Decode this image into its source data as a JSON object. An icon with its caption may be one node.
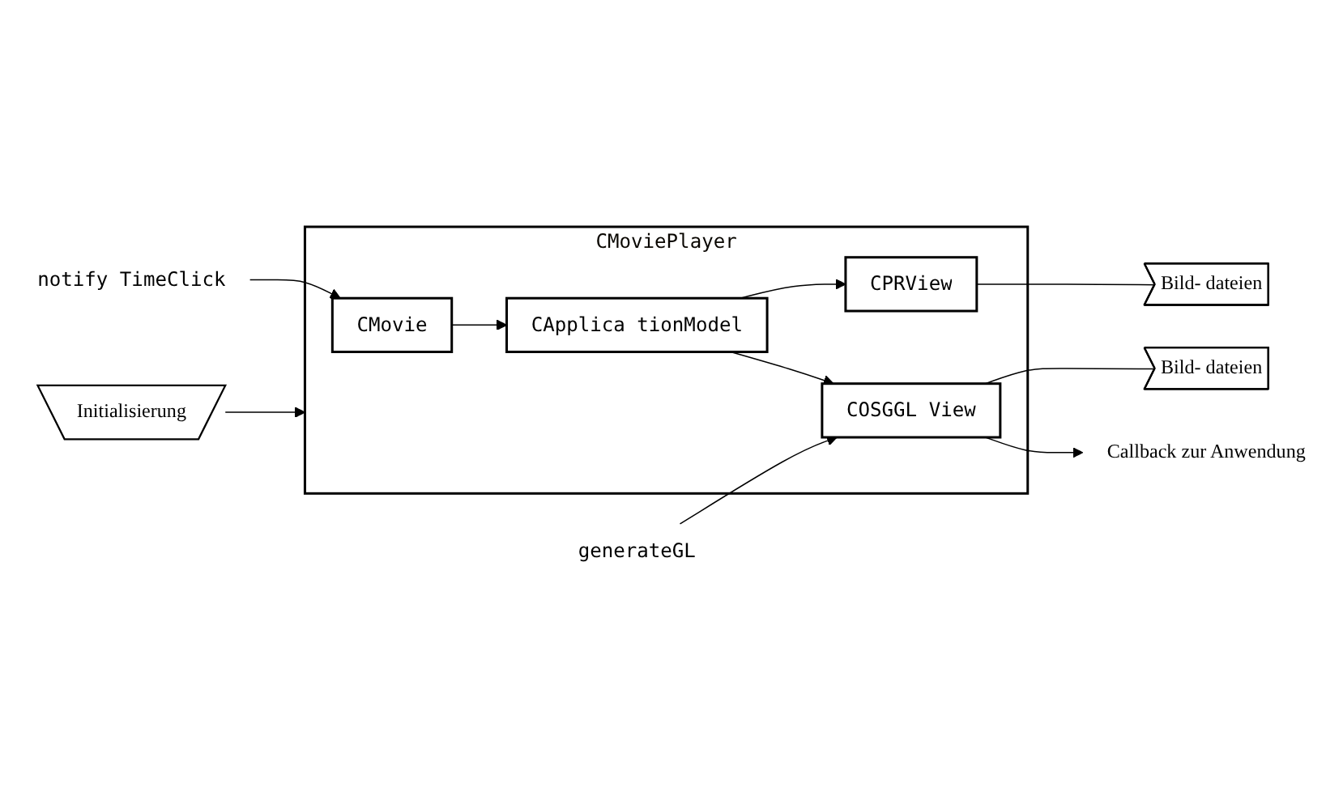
{
  "diagram": {
    "nodes": [
      {
        "text": [
          "CMoviePlayer"
        ]
      },
      {
        "text": [
          "CMovie"
        ],
        "in": 0
      },
      {
        "text": [
          "CApplica tionModel"
        ],
        "in": 0
      },
      {
        "text": [
          "CPRView"
        ],
        "in": 0
      },
      {
        "text": [
          "COSGGL View"
        ],
        "in": 0
      },
      {
        "text": [
          "Initialisierung"
        ]
      },
      {
        "text": [
          "Bild- dateien"
        ]
      },
      {
        "text": [
          "Bild- dateien"
        ]
      },
      {
        "text": [
          "notify TimeClick"
        ]
      },
      {
        "text": [
          "Callback zur Anwendung"
        ]
      },
      {
        "text": [
          "generateGL"
        ]
      }
    ],
    "edges": [
      {
        "from": 5,
        "to": 0,
        "arrow": "to"
      },
      {
        "from": 1,
        "to": 2,
        "arrow": "to"
      },
      {
        "from": 2,
        "to": 3,
        "arrow": "to"
      },
      {
        "from": 2,
        "to": 4,
        "arrow": "to"
      },
      {
        "from": 3,
        "to": 6,
        "arrow": "none"
      },
      {
        "from": 4,
        "to": 7,
        "arrow": "none"
      },
      {
        "from": 8,
        "to": 1,
        "arrow": "to"
      },
      {
        "from": 4,
        "to": 9,
        "arrow": "to"
      },
      {
        "from": 10,
        "to": 4,
        "arrow": "to"
      }
    ]
  }
}
